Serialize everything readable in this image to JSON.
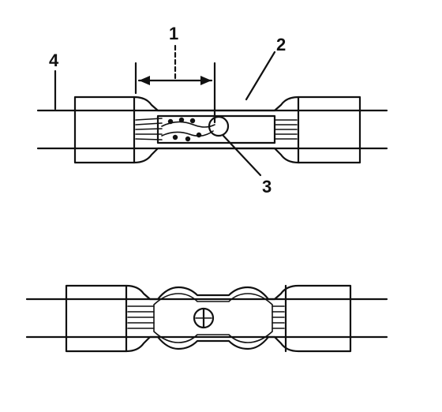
{
  "diagram": {
    "callouts": {
      "c1": "1",
      "c2": "2",
      "c3": "3",
      "c4": "4"
    },
    "colors": {
      "ink": "#111111",
      "paper": "#ffffff"
    }
  }
}
